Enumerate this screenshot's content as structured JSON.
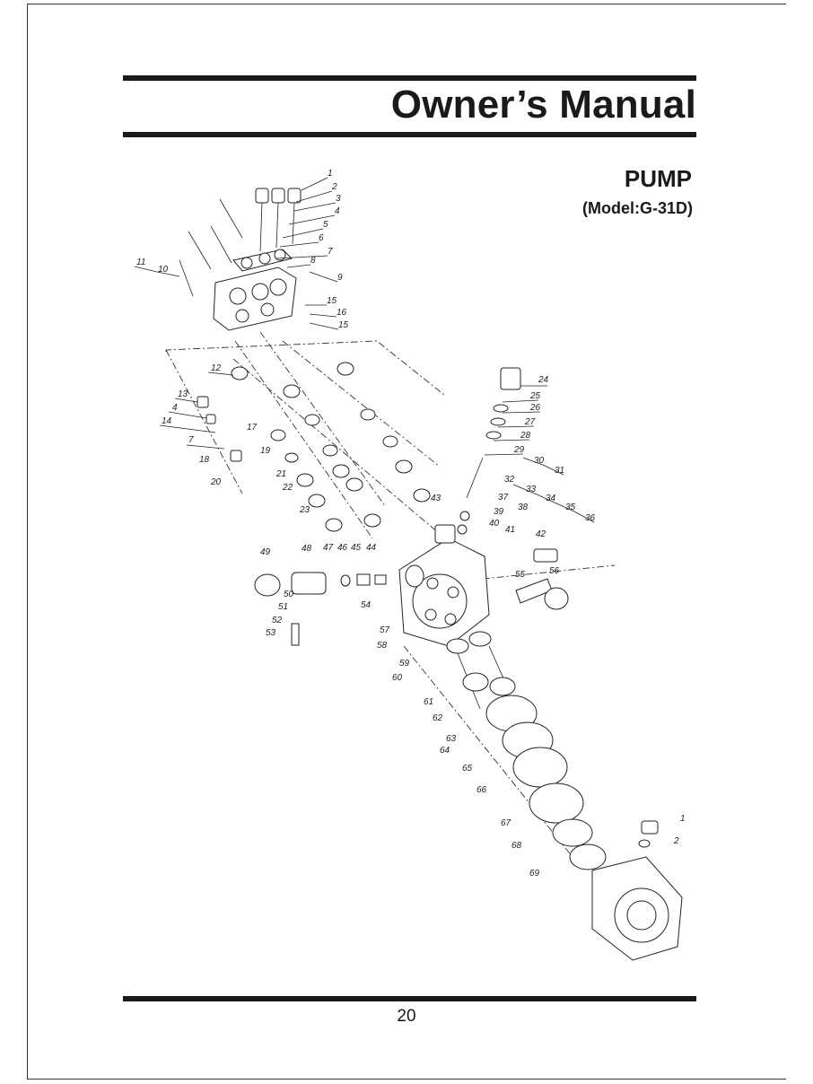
{
  "page": {
    "title": "Owner’s Manual",
    "section": "PUMP",
    "model": "(Model:G-31D)",
    "page_number": "20"
  },
  "diagram": {
    "labels": {
      "l1": "1",
      "l2": "2",
      "l3": "3",
      "l4": "4",
      "l5": "5",
      "l6": "6",
      "l7": "7",
      "l8": "8",
      "l9": "9",
      "l10": "10",
      "l11": "11",
      "l12": "12",
      "l13": "13",
      "l4b": "4",
      "l14": "14",
      "l7b": "7",
      "l15": "15",
      "l16": "16",
      "l15b": "15",
      "l17": "17",
      "l18": "18",
      "l19": "19",
      "l20": "20",
      "l21": "21",
      "l22": "22",
      "l23": "23",
      "l24": "24",
      "l25": "25",
      "l26": "26",
      "l27": "27",
      "l28": "28",
      "l29": "29",
      "l30": "30",
      "l31": "31",
      "l32": "32",
      "l33": "33",
      "l34": "34",
      "l35": "35",
      "l36": "36",
      "l37": "37",
      "l38": "38",
      "l39": "39",
      "l40": "40",
      "l41": "41",
      "l42": "42",
      "l43": "43",
      "l44": "44",
      "l45": "45",
      "l46": "46",
      "l47": "47",
      "l48": "48",
      "l49": "49",
      "l50": "50",
      "l51": "51",
      "l52": "52",
      "l53": "53",
      "l54": "54",
      "l55": "55",
      "l56": "56",
      "l57": "57",
      "l58": "58",
      "l59": "59",
      "l60": "60",
      "l61": "61",
      "l62": "62",
      "l63": "63",
      "l64": "64",
      "l65": "65",
      "l66": "66",
      "l67": "67",
      "l68": "68",
      "l69": "69",
      "l1b": "1",
      "l2b": "2"
    }
  }
}
